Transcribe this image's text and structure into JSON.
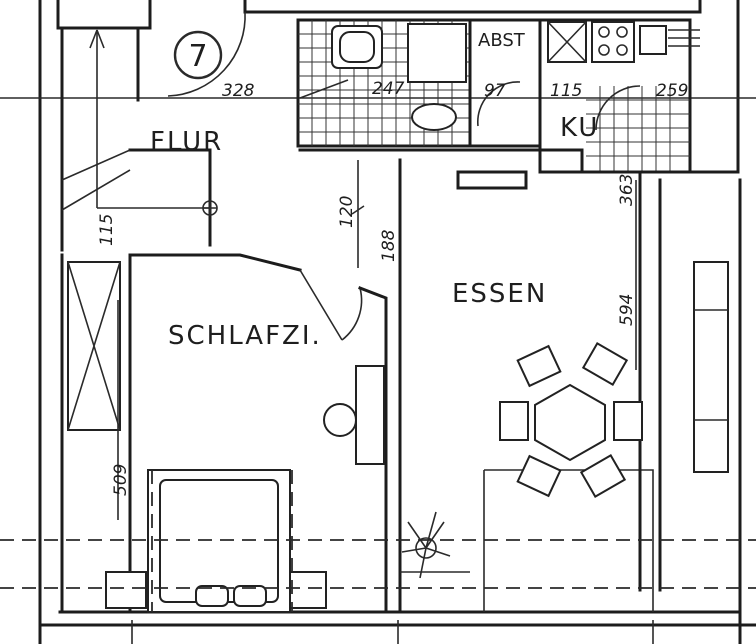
{
  "unit_number": "7",
  "rooms": {
    "flur": "FLUR",
    "schlafzimmer": "SCHLAFZI.",
    "essen": "ESSEN",
    "abstellraum": "ABST",
    "kueche": "KU"
  },
  "dimensions": {
    "flur_width": "328",
    "bath_width": "247",
    "abst_width": "97",
    "kueche_door": "115",
    "kueche_width": "259",
    "flur_door": "115",
    "passage_height": "120",
    "essen_door": "188",
    "essen_side": "363",
    "essen_depth": "594",
    "schlafzimmer_depth": "509"
  }
}
